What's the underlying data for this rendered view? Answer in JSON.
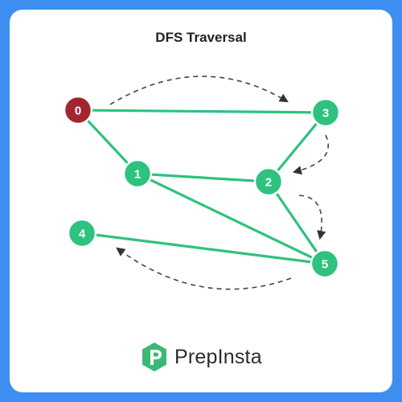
{
  "title": "DFS Traversal",
  "brand": {
    "name": "PrepInsta",
    "icon": "prepinsta-logo-icon"
  },
  "colors": {
    "background": "#3d8ef0",
    "card": "#ffffff",
    "node": "#2ec27e",
    "start_node": "#a3252f",
    "edge": "#2ec27e",
    "arrow": "#444444",
    "logo": "#3cb878"
  },
  "graph": {
    "start": "0",
    "nodes": [
      "0",
      "1",
      "2",
      "3",
      "4",
      "5"
    ],
    "edges": [
      [
        "0",
        "3"
      ],
      [
        "0",
        "1"
      ],
      [
        "1",
        "2"
      ],
      [
        "2",
        "3"
      ],
      [
        "1",
        "5"
      ],
      [
        "2",
        "5"
      ],
      [
        "4",
        "5"
      ]
    ],
    "traversal_order": [
      "0",
      "3",
      "2",
      "5",
      "4"
    ]
  }
}
